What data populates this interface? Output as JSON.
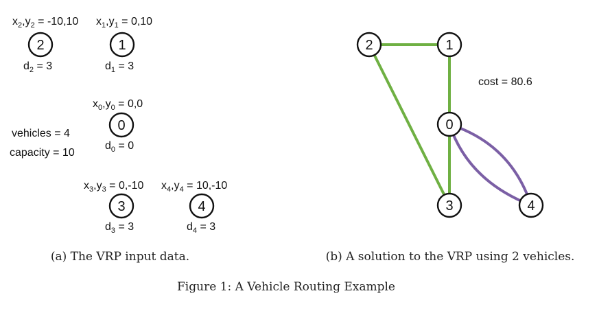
{
  "panel_a": {
    "nodes": [
      {
        "id": "0",
        "coords": {
          "x": "x",
          "xs": "0",
          "y": "y",
          "ys": "0",
          "val": " = 0,0"
        },
        "demand": {
          "d": "d",
          "ds": "0",
          "val": " = 0"
        }
      },
      {
        "id": "1",
        "coords": {
          "x": "x",
          "xs": "1",
          "y": "y",
          "ys": "1",
          "val": " = 0,10"
        },
        "demand": {
          "d": "d",
          "ds": "1",
          "val": " = 3"
        }
      },
      {
        "id": "2",
        "coords": {
          "x": "x",
          "xs": "2",
          "y": "y",
          "ys": "2",
          "val": " = -10,10"
        },
        "demand": {
          "d": "d",
          "ds": "2",
          "val": " = 3"
        }
      },
      {
        "id": "3",
        "coords": {
          "x": "x",
          "xs": "3",
          "y": "y",
          "ys": "3",
          "val": " = 0,-10"
        },
        "demand": {
          "d": "d",
          "ds": "3",
          "val": " = 3"
        }
      },
      {
        "id": "4",
        "coords": {
          "x": "x",
          "xs": "4",
          "y": "y",
          "ys": "4",
          "val": " = 10,-10"
        },
        "demand": {
          "d": "d",
          "ds": "4",
          "val": " = 3"
        }
      }
    ],
    "vehicles": "vehicles = 4",
    "capacity": "capacity = 10",
    "caption": "(a) The VRP input data."
  },
  "panel_b": {
    "nodes": [
      "0",
      "1",
      "2",
      "3",
      "4"
    ],
    "routes": [
      {
        "color": "#6fb043",
        "path": [
          "0",
          "1",
          "2",
          "3",
          "0"
        ]
      },
      {
        "color": "#7b5fa5",
        "path": [
          "0",
          "4",
          "0"
        ]
      }
    ],
    "cost": "cost = 80.6",
    "caption": "(b) A solution to the VRP using 2 vehicles."
  },
  "figure_caption": "Figure 1: A Vehicle Routing Example"
}
